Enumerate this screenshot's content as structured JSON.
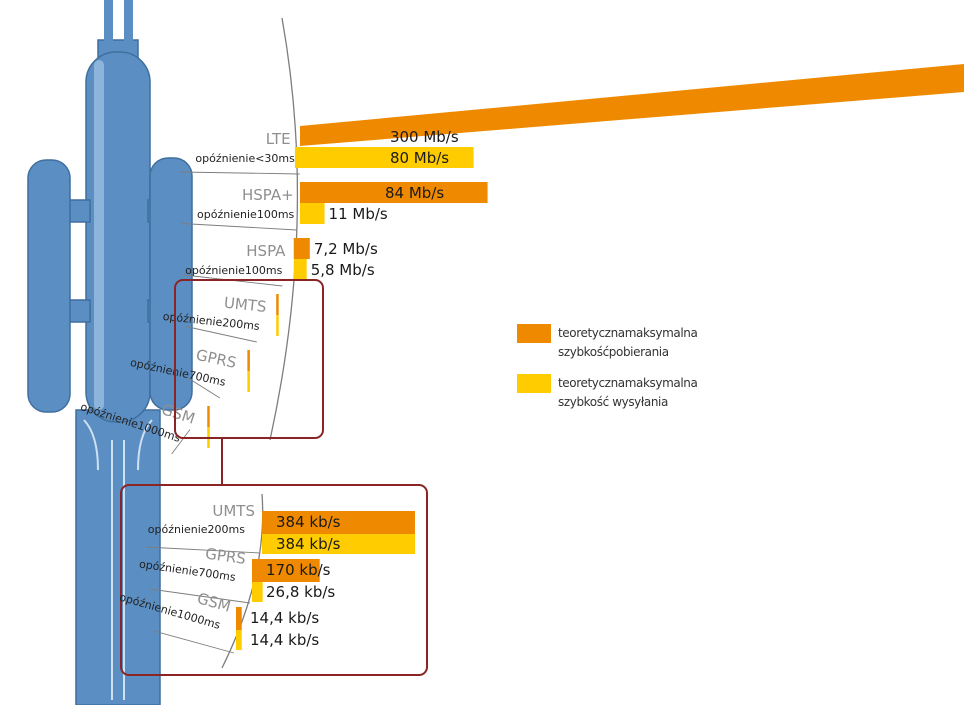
{
  "chart_data": {
    "type": "bar",
    "colors": {
      "download": "#ef8a00",
      "upload": "#ffcc00",
      "tower": "#5b8fc4",
      "frame": "#8b2525"
    },
    "legend": [
      {
        "series": "download",
        "line1": "teoretycznamaksymalna",
        "line2": "szybkośćpobierania"
      },
      {
        "series": "upload",
        "line1": "teoretycznamaksymalna",
        "line2": "szybkość wysyłania"
      }
    ],
    "main": [
      {
        "tech": "LTE",
        "latency": "opóźnienie<30ms",
        "download": 300000,
        "download_label": "300 Mb/s",
        "upload": 80000,
        "upload_label": "80 Mb/s"
      },
      {
        "tech": "HSPA+",
        "latency": "opóźnienie100ms",
        "download": 84000,
        "download_label": "84 Mb/s",
        "upload": 11000,
        "upload_label": "11 Mb/s"
      },
      {
        "tech": "HSPA",
        "latency": "opóźnienie100ms",
        "download": 7200,
        "download_label": "7,2 Mb/s",
        "upload": 5800,
        "upload_label": "5,8 Mb/s"
      },
      {
        "tech": "UMTS",
        "latency": "opóźnienie200ms",
        "download": 384,
        "download_label": "",
        "upload": 384,
        "upload_label": ""
      },
      {
        "tech": "GPRS",
        "latency": "opóźnienie700ms",
        "download": 170,
        "download_label": "",
        "upload": 26.8,
        "upload_label": ""
      },
      {
        "tech": "GSM",
        "latency": "opóźnienie1000ms",
        "download": 14.4,
        "download_label": "",
        "upload": 14.4,
        "upload_label": ""
      }
    ],
    "zoom": [
      {
        "tech": "UMTS",
        "latency": "opóźnienie200ms",
        "download": 384,
        "download_label": "384 kb/s",
        "upload": 384,
        "upload_label": "384 kb/s"
      },
      {
        "tech": "GPRS",
        "latency": "opóźnienie700ms",
        "download": 170,
        "download_label": "170 kb/s",
        "upload": 26.8,
        "upload_label": "26,8 kb/s"
      },
      {
        "tech": "GSM",
        "latency": "opóźnienie1000ms",
        "download": 14.4,
        "download_label": "14,4 kb/s",
        "upload": 14.4,
        "upload_label": "14,4 kb/s"
      }
    ]
  }
}
